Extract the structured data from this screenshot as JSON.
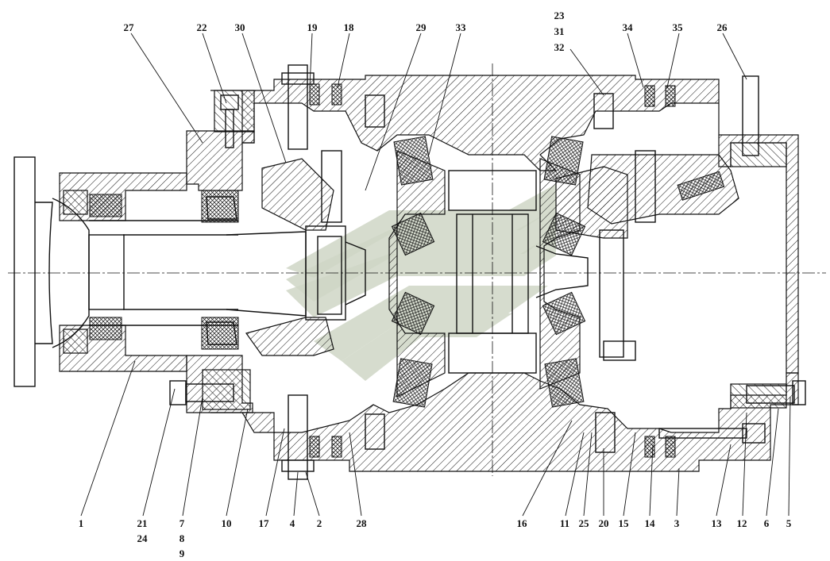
{
  "title": "",
  "callouts_top": [
    "27",
    "22",
    "30",
    "19",
    "18",
    "29",
    "33",
    "23",
    "31",
    "32",
    "34",
    "35",
    "26"
  ],
  "callouts_bottom": [
    "1",
    "21",
    "24",
    "7",
    "8",
    "9",
    "10",
    "17",
    "4",
    "2",
    "28",
    "16",
    "11",
    "25",
    "20",
    "15",
    "14",
    "3",
    "13",
    "12",
    "6",
    "5"
  ],
  "colors": {
    "line": "#111111",
    "watermark": "#cfd6c6",
    "background": "#ffffff"
  }
}
